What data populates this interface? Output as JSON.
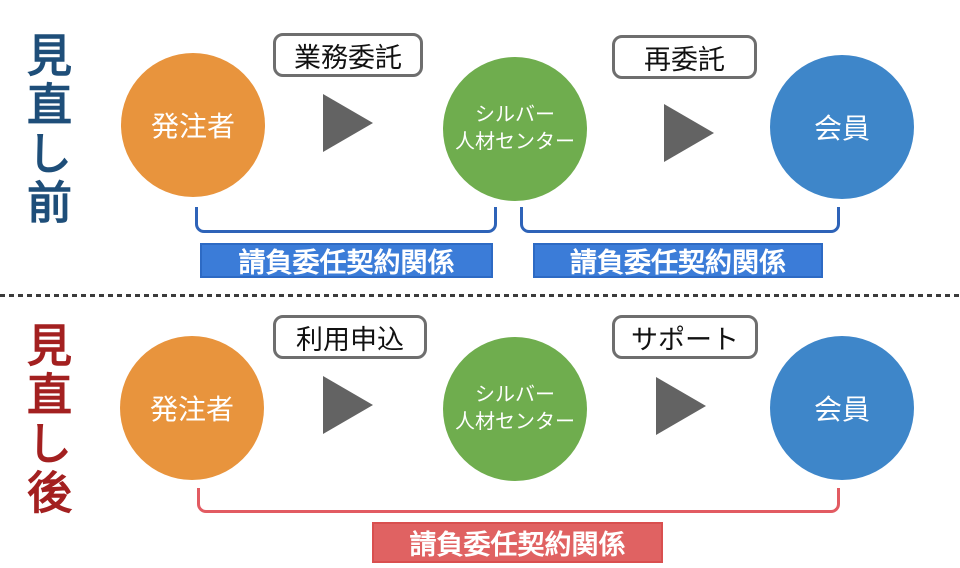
{
  "colors": {
    "title_before": "#1E4E79",
    "title_after": "#A32020",
    "orderer_circle": "#E8943D",
    "center_circle": "#6FAD4E",
    "member_circle": "#3E86C9",
    "relation_band_before": "#3B7CD8",
    "relation_band_after": "#E06262",
    "bracket_before": "#2E63B8",
    "bracket_after": "#E25B62",
    "arrow": "#636363"
  },
  "before": {
    "section_label": "見直し前",
    "actors": {
      "orderer": "発注者",
      "center": "シルバー\n人材センター",
      "member": "会員"
    },
    "flow_left": "業務委託",
    "flow_right": "再委託",
    "relation_left": "請負委任契約関係",
    "relation_right": "請負委任契約関係"
  },
  "after": {
    "section_label": "見直し後",
    "actors": {
      "orderer": "発注者",
      "center": "シルバー\n人材センター",
      "member": "会員"
    },
    "flow_left": "利用申込",
    "flow_right": "サポート",
    "relation": "請負委任契約関係"
  }
}
